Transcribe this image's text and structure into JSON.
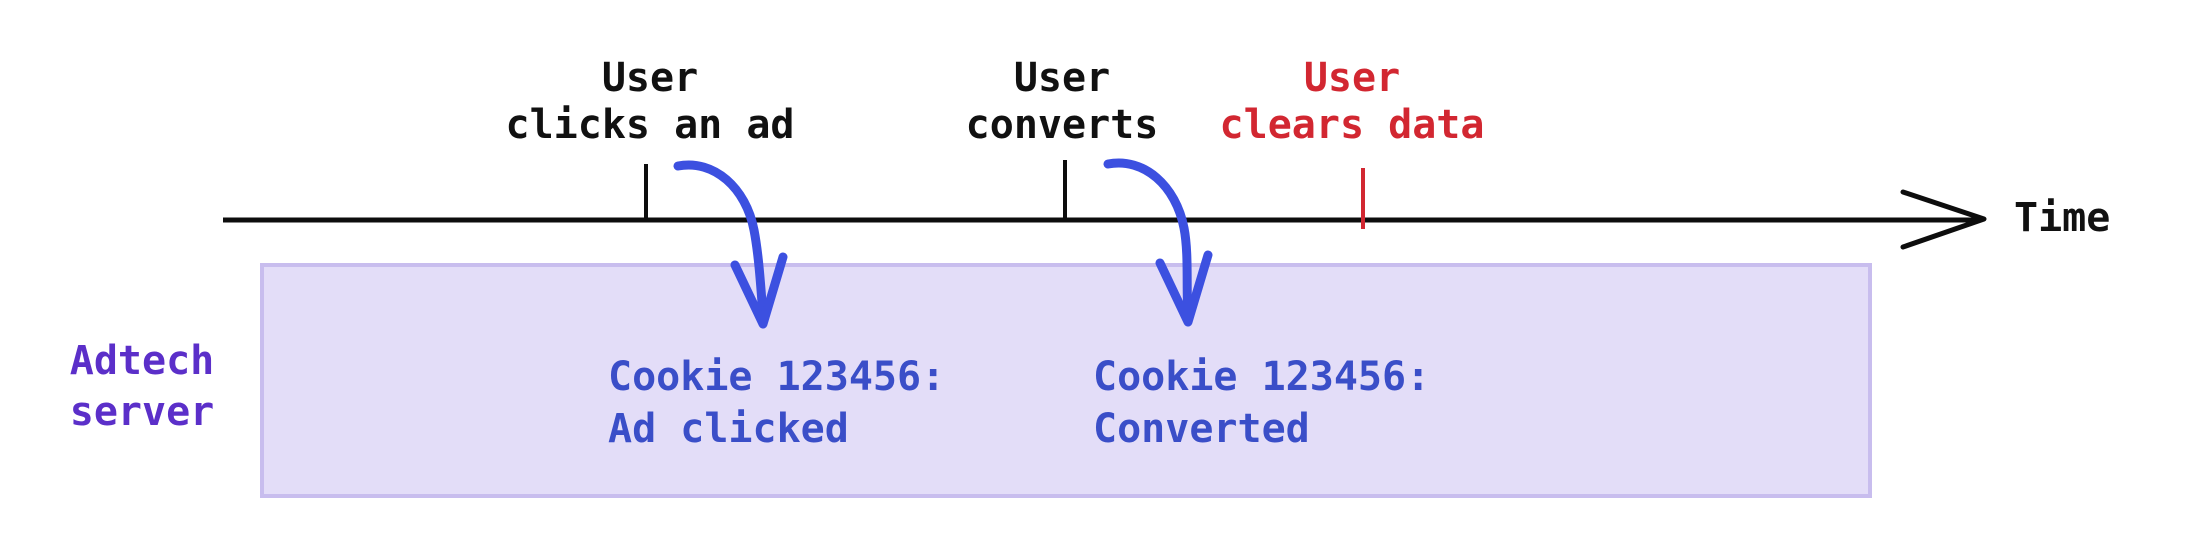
{
  "diagram": {
    "axis": {
      "label": "Time"
    },
    "events": [
      {
        "line1": "User",
        "line2": "clicks an ad"
      },
      {
        "line1": "User",
        "line2": "converts"
      },
      {
        "line1": "User",
        "line2": "clears data"
      }
    ],
    "server": {
      "line1": "Adtech",
      "line2": "server"
    },
    "records": [
      {
        "line1": "Cookie 123456:",
        "line2": "Ad clicked"
      },
      {
        "line1": "Cookie 123456:",
        "line2": "Converted"
      }
    ]
  },
  "colors": {
    "event_text": "#111111",
    "cleared_event_text": "#d22731",
    "server_label_text": "#5b2fc9",
    "record_text": "#3a4ec8",
    "annotation_arrow": "#3c50e0",
    "timeline_line": "#0d0d0d",
    "server_box_fill": "#e3ddf8",
    "server_box_border": "#c8bdee"
  }
}
